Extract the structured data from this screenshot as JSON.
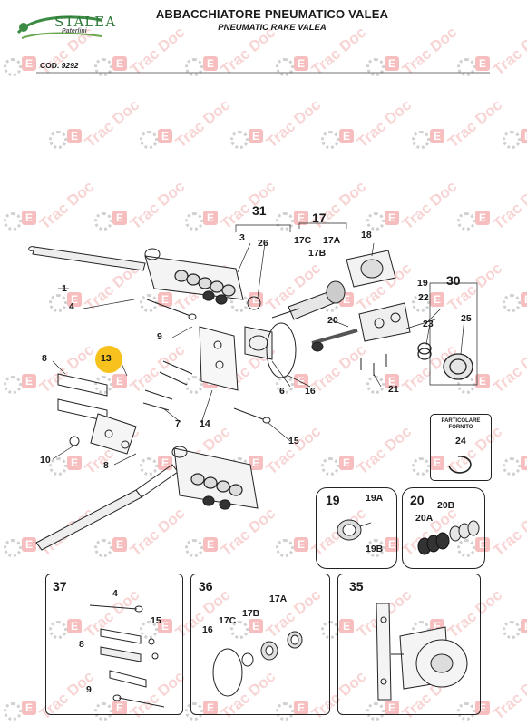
{
  "header": {
    "brand": "STALEA",
    "brand_sub": "Paterlini",
    "title": "ABBACCHIATORE PNEUMATICO VALEA",
    "subtitle": "PNEUMATIC RAKE VALEA",
    "code_label": "COD.",
    "code_value": "9292"
  },
  "watermark": {
    "text": "Trac Doc",
    "icon_letter": "E"
  },
  "main_callouts": {
    "c1": "1",
    "c3": "3",
    "c4": "4",
    "c6": "6",
    "c7": "7",
    "c8a": "8",
    "c8b": "8",
    "c9": "9",
    "c10": "10",
    "c13": "13",
    "c14": "14",
    "c15": "15",
    "c16": "16",
    "c17": "17",
    "c17a": "17A",
    "c17b": "17B",
    "c17c": "17C",
    "c18": "18",
    "c19": "19",
    "c20": "20",
    "c21": "21",
    "c22": "22",
    "c23": "23",
    "c24": "24",
    "c25": "25",
    "c26": "26",
    "c30": "30",
    "c31": "31"
  },
  "inset_particolare": {
    "label": "PARTICOLARE FORNITO",
    "callout": "24"
  },
  "inset_19": {
    "title": "19",
    "a": "19A",
    "b": "19B"
  },
  "inset_20": {
    "title": "20",
    "a": "20A",
    "b": "20B"
  },
  "panel_37": {
    "title": "37",
    "c4": "4",
    "c15": "15",
    "c8": "8",
    "c9": "9"
  },
  "panel_36": {
    "title": "36",
    "c16": "16",
    "c17c": "17C",
    "c17b": "17B",
    "c17a": "17A"
  },
  "panel_35": {
    "title": "35"
  },
  "colors": {
    "highlight": "#f7c21e",
    "watermark": "#ee9696",
    "ink": "#1a1a1a",
    "logo_green": "#2f7a3a"
  }
}
